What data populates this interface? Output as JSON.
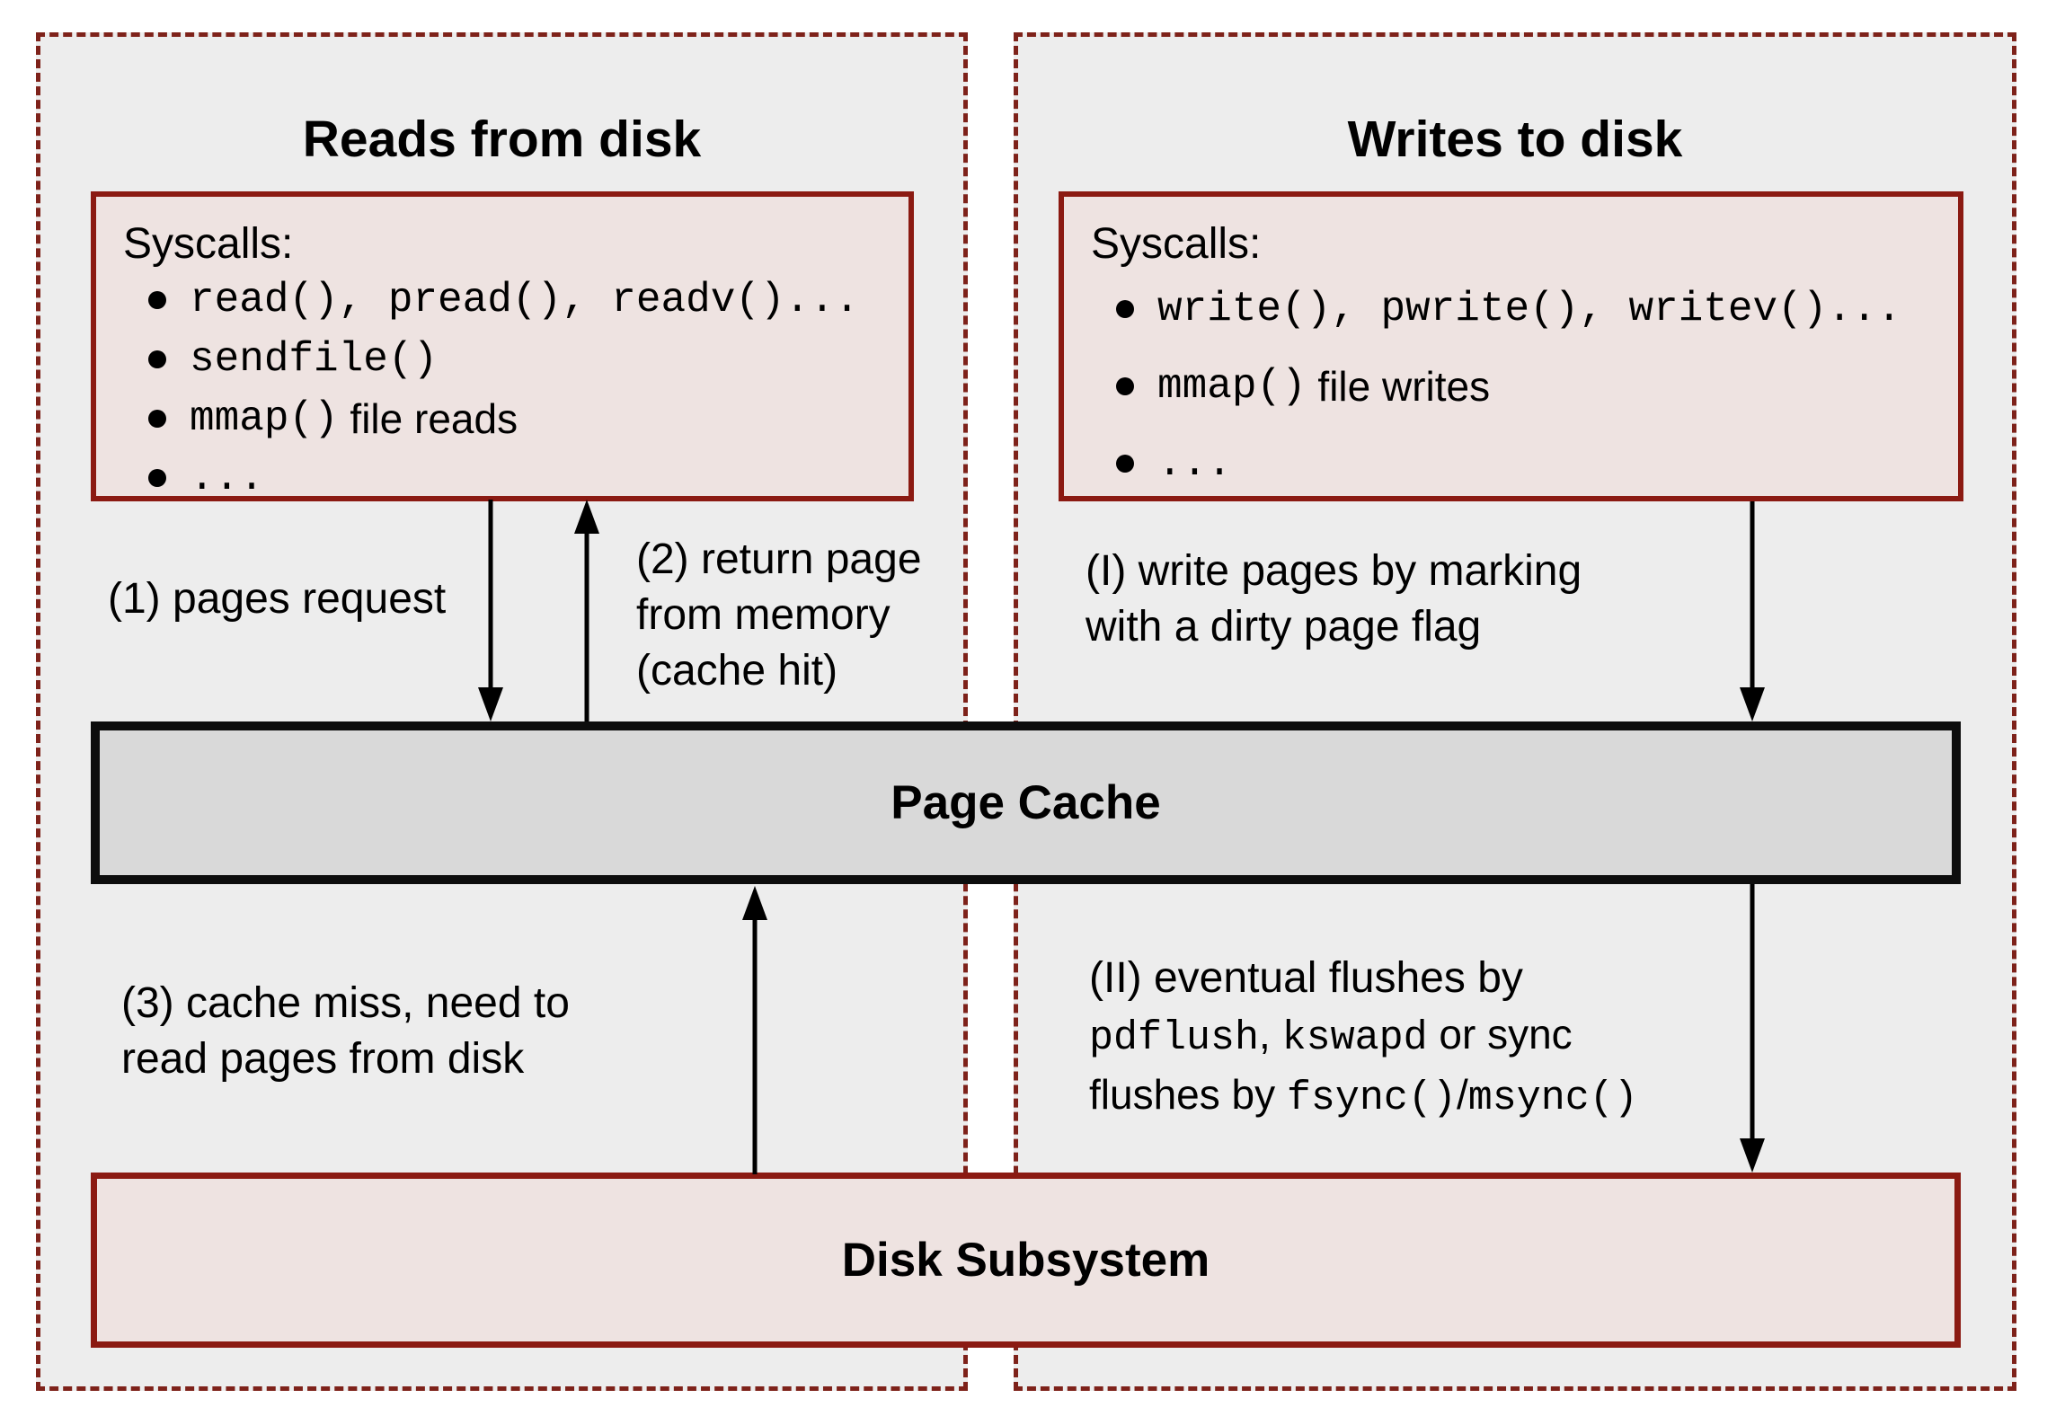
{
  "reads": {
    "title": "Reads from disk",
    "syscalls_heading": "Syscalls:",
    "bullets": [
      {
        "code": "read(), pread(), readv()..."
      },
      {
        "code": "sendfile()"
      },
      {
        "code": "mmap()",
        "text": " file reads"
      },
      {
        "code": "..."
      }
    ]
  },
  "writes": {
    "title": "Writes to disk",
    "syscalls_heading": "Syscalls:",
    "bullets": [
      {
        "code": "write(), pwrite(), writev()..."
      },
      {
        "code": "mmap()",
        "text": " file writes"
      },
      {
        "code": "..."
      }
    ]
  },
  "bars": {
    "page_cache": "Page Cache",
    "disk": "Disk Subsystem"
  },
  "labels": {
    "pages_request": "(1) pages request",
    "return_page": [
      "(2) return page",
      "from memory",
      "(cache hit)"
    ],
    "cache_miss": [
      "(3) cache miss, need to",
      "read pages from disk"
    ],
    "write_pages": [
      "(I) write pages by marking",
      "with a dirty page flag"
    ],
    "flushes": {
      "line1": "(II) eventual flushes by",
      "code1": "pdflush",
      "sep1": ", ",
      "code2": "kswapd",
      "text2": " or sync",
      "text3": "flushes by ",
      "code3": "fsync()",
      "slash": "/",
      "code4": "msync()"
    }
  },
  "colors": {
    "dash-red": "#7e221a",
    "dark-red": "#8b1a12",
    "panel-bg": "#ededed",
    "box-bg": "#eee3e1",
    "bar-gray": "#d9d9d9",
    "ink": "#000000"
  }
}
